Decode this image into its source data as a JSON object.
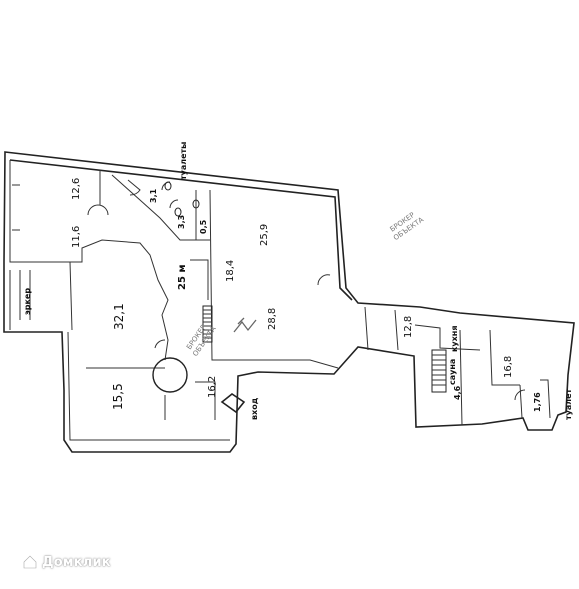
{
  "plan": {
    "rooms": {
      "r12_6": "12,6",
      "r11_6": "11,6",
      "r3_1": "3,1",
      "r3_3": "3,3",
      "r0_5": "0,5",
      "r25_9": "25,9",
      "r18_4": "18,4",
      "r25m": "25 м",
      "r28_8": "28,8",
      "r32_1": "32,1",
      "r15_5": "15,5",
      "r16_2": "16,2",
      "r12_8": "12,8",
      "r16_8": "16,8",
      "r4_6": "4,6",
      "r1_76": "1,76"
    },
    "labels": {
      "toilets": "туалеты",
      "erker": "эркер",
      "entrance": "вход",
      "kitchen": "кухня",
      "sauna": "сауна",
      "toilet": "туалет"
    },
    "watermarks": {
      "broker_1": "БРОКЕР",
      "broker_2": "ОБЪЕКТА",
      "broker_center_1": "БРОКЕР",
      "broker_center_2": "ОБЪЕКТА"
    }
  },
  "brand": {
    "logo_text": "Домклик",
    "logo_icon": "house-icon"
  }
}
